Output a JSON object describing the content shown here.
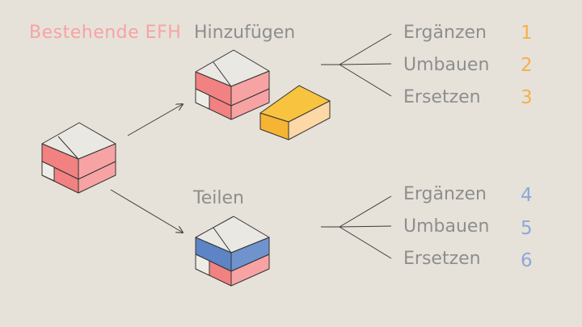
{
  "existing_label": "Bestehende EFH",
  "branch_add": {
    "title": "Hinzufügen",
    "options": [
      {
        "label": "Ergänzen",
        "number": "1"
      },
      {
        "label": "Umbauen",
        "number": "2"
      },
      {
        "label": "Ersetzen",
        "number": "3"
      }
    ]
  },
  "branch_split": {
    "title": "Teilen",
    "options": [
      {
        "label": "Ergänzen",
        "number": "4"
      },
      {
        "label": "Umbauen",
        "number": "5"
      },
      {
        "label": "Ersetzen",
        "number": "6"
      }
    ]
  },
  "colors": {
    "background": "#e6e2d9",
    "existing_red": "#f7a3a3",
    "existing_red_dark": "#f28181",
    "roof": "#e9e8e2",
    "addition_yellow": "#f8c33f",
    "addition_yellow_light": "#fbd8a5",
    "split_blue": "#6f93cd",
    "add_numbers": "#f5b04e",
    "split_numbers": "#8ea7d8",
    "text_gray": "#8e8e8e"
  },
  "icons": [
    "house-existing-icon",
    "house-add-icon",
    "addition-block-icon",
    "house-split-icon",
    "arrow-icon"
  ]
}
